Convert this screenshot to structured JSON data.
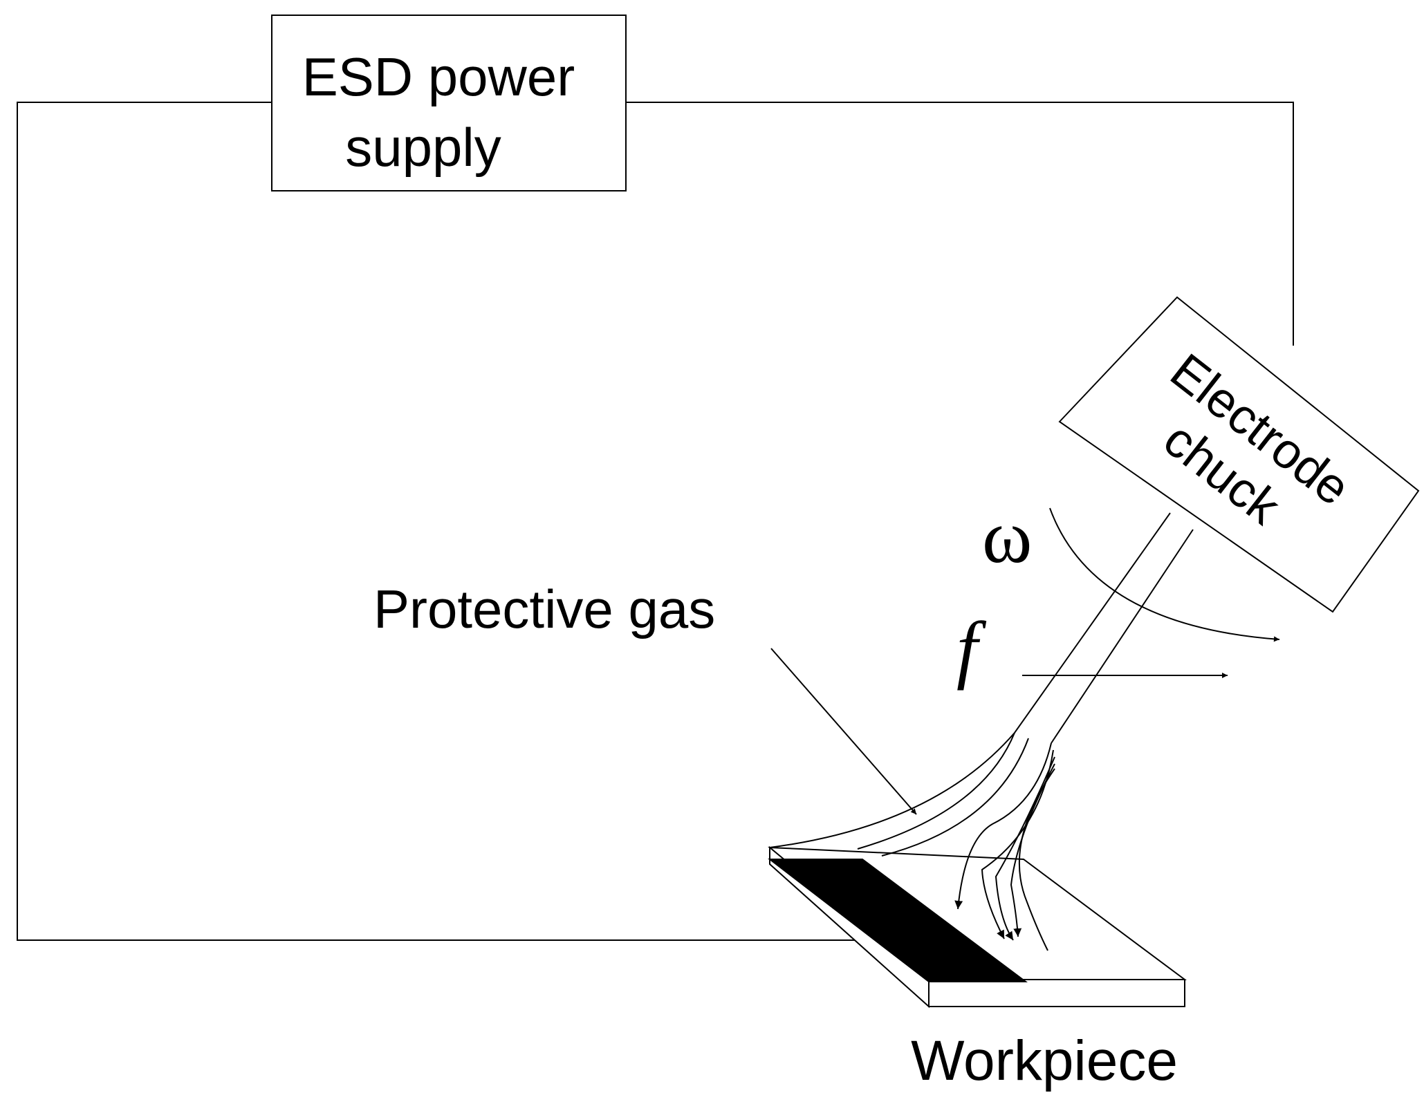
{
  "diagram": {
    "power_supply": {
      "line1": "ESD power",
      "line2": "supply"
    },
    "electrode_chuck": {
      "line1": "Electrode",
      "line2": "chuck"
    },
    "protective_gas_label": "Protective gas",
    "workpiece_label": "Workpiece",
    "omega_symbol": "ω",
    "feed_symbol": "f"
  },
  "colors": {
    "line": "#000000",
    "background": "#ffffff",
    "coating": "#000000"
  }
}
